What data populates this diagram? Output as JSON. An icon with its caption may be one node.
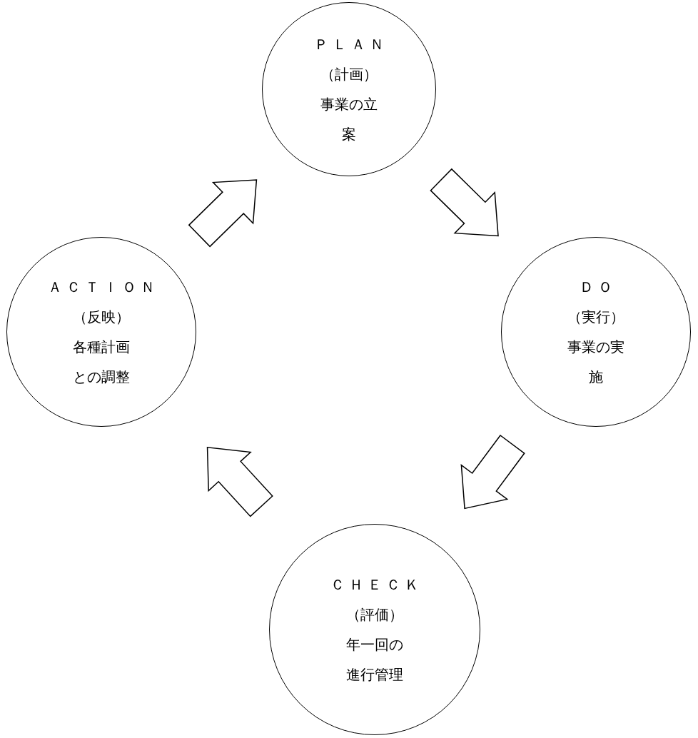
{
  "diagram": {
    "nodes": [
      {
        "text": [
          "ＰＬＡＮ",
          "（計画）",
          "事業の立案"
        ]
      },
      {
        "text": [
          "ＤＯ",
          "（実行）",
          "事業の実施"
        ]
      },
      {
        "text": [
          "ＣＨＥＣＫ",
          "（評価）",
          "年一回の進行管理"
        ]
      },
      {
        "text": [
          "ＡＣＴＩＯＮ",
          "（反映）",
          "各種計画との調整"
        ]
      }
    ],
    "edges": [
      {
        "from": 0,
        "to": 1,
        "arrow": "to"
      },
      {
        "from": 1,
        "to": 2,
        "arrow": "to"
      },
      {
        "from": 2,
        "to": 3,
        "arrow": "to"
      },
      {
        "from": 3,
        "to": 0,
        "arrow": "to"
      }
    ]
  }
}
